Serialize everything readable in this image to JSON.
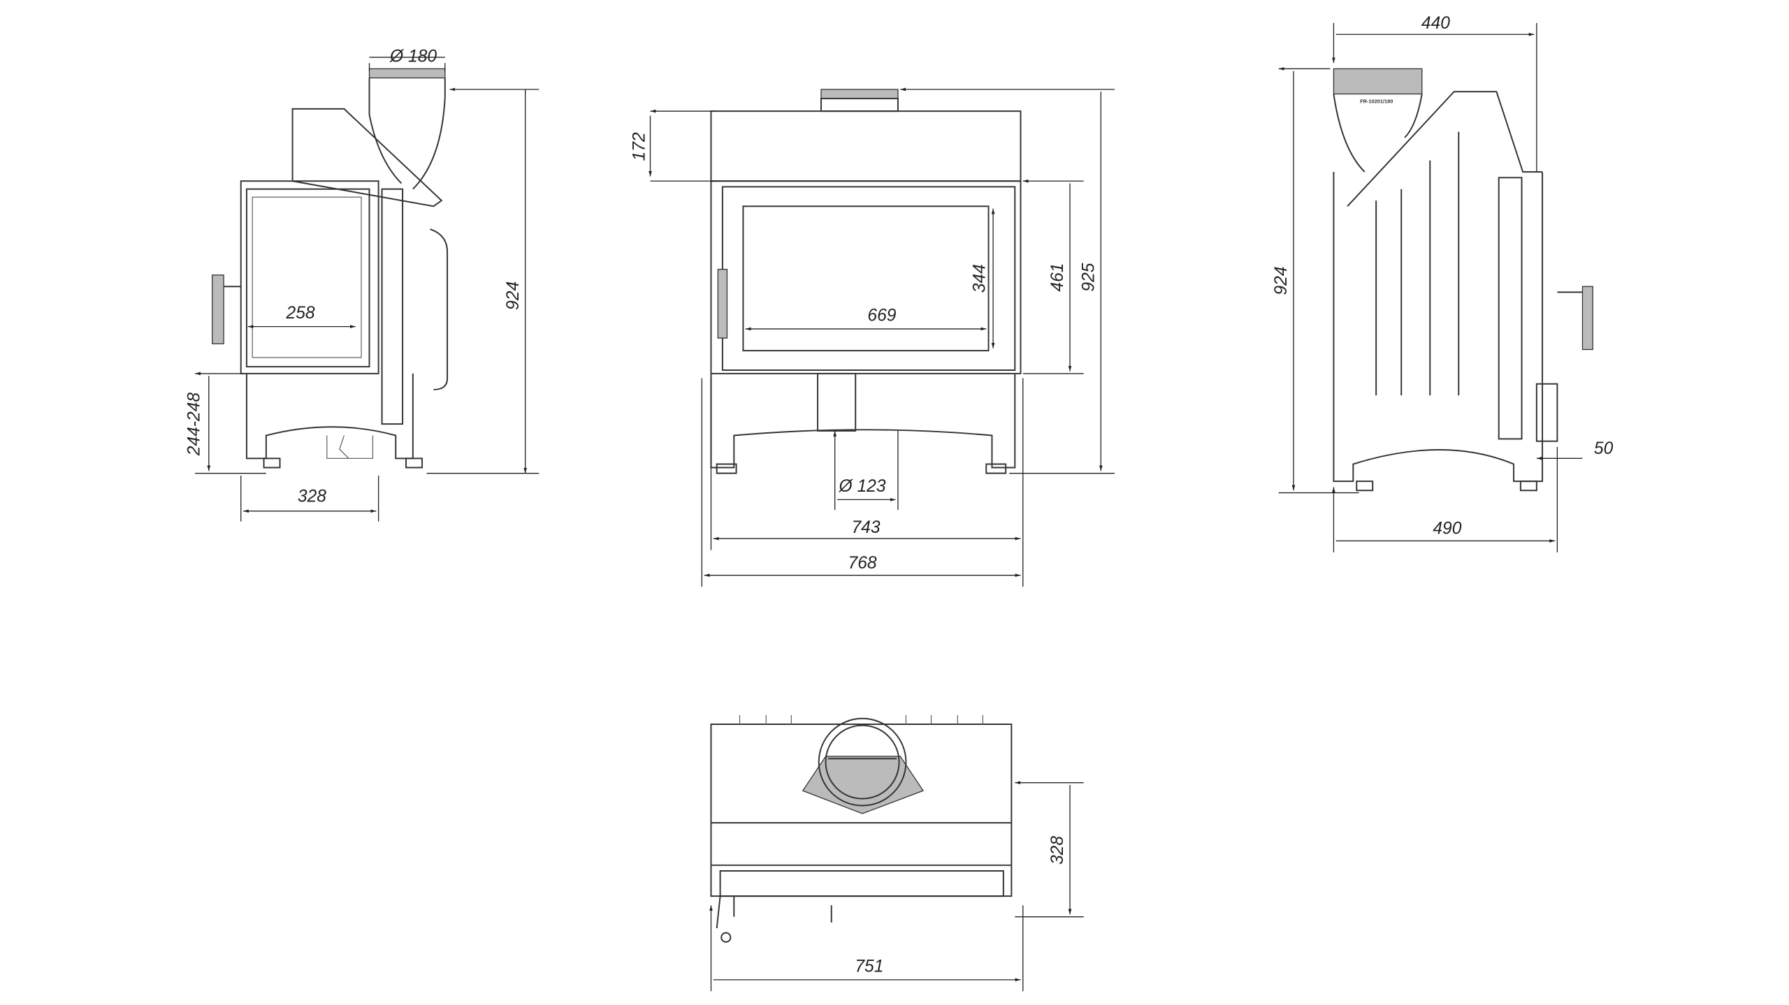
{
  "drawing": {
    "side_view_left": {
      "flue_diameter": "Ø 180",
      "height": "924",
      "glass_width": "258",
      "leg_height": "244-248",
      "depth": "328"
    },
    "front_view": {
      "top_height": "172",
      "glass_height": "344",
      "door_height": "461",
      "height": "925",
      "glass_width": "669",
      "air_inlet_diameter": "Ø 123",
      "inner_width": "743",
      "total_width": "768"
    },
    "side_view_right": {
      "width": "440",
      "height": "924",
      "depth": "490",
      "offset": "50",
      "part_label": "FR-10201/180"
    },
    "top_view": {
      "depth": "328",
      "width": "751"
    }
  },
  "colors": {
    "line": "#333333",
    "background": "#ffffff"
  }
}
